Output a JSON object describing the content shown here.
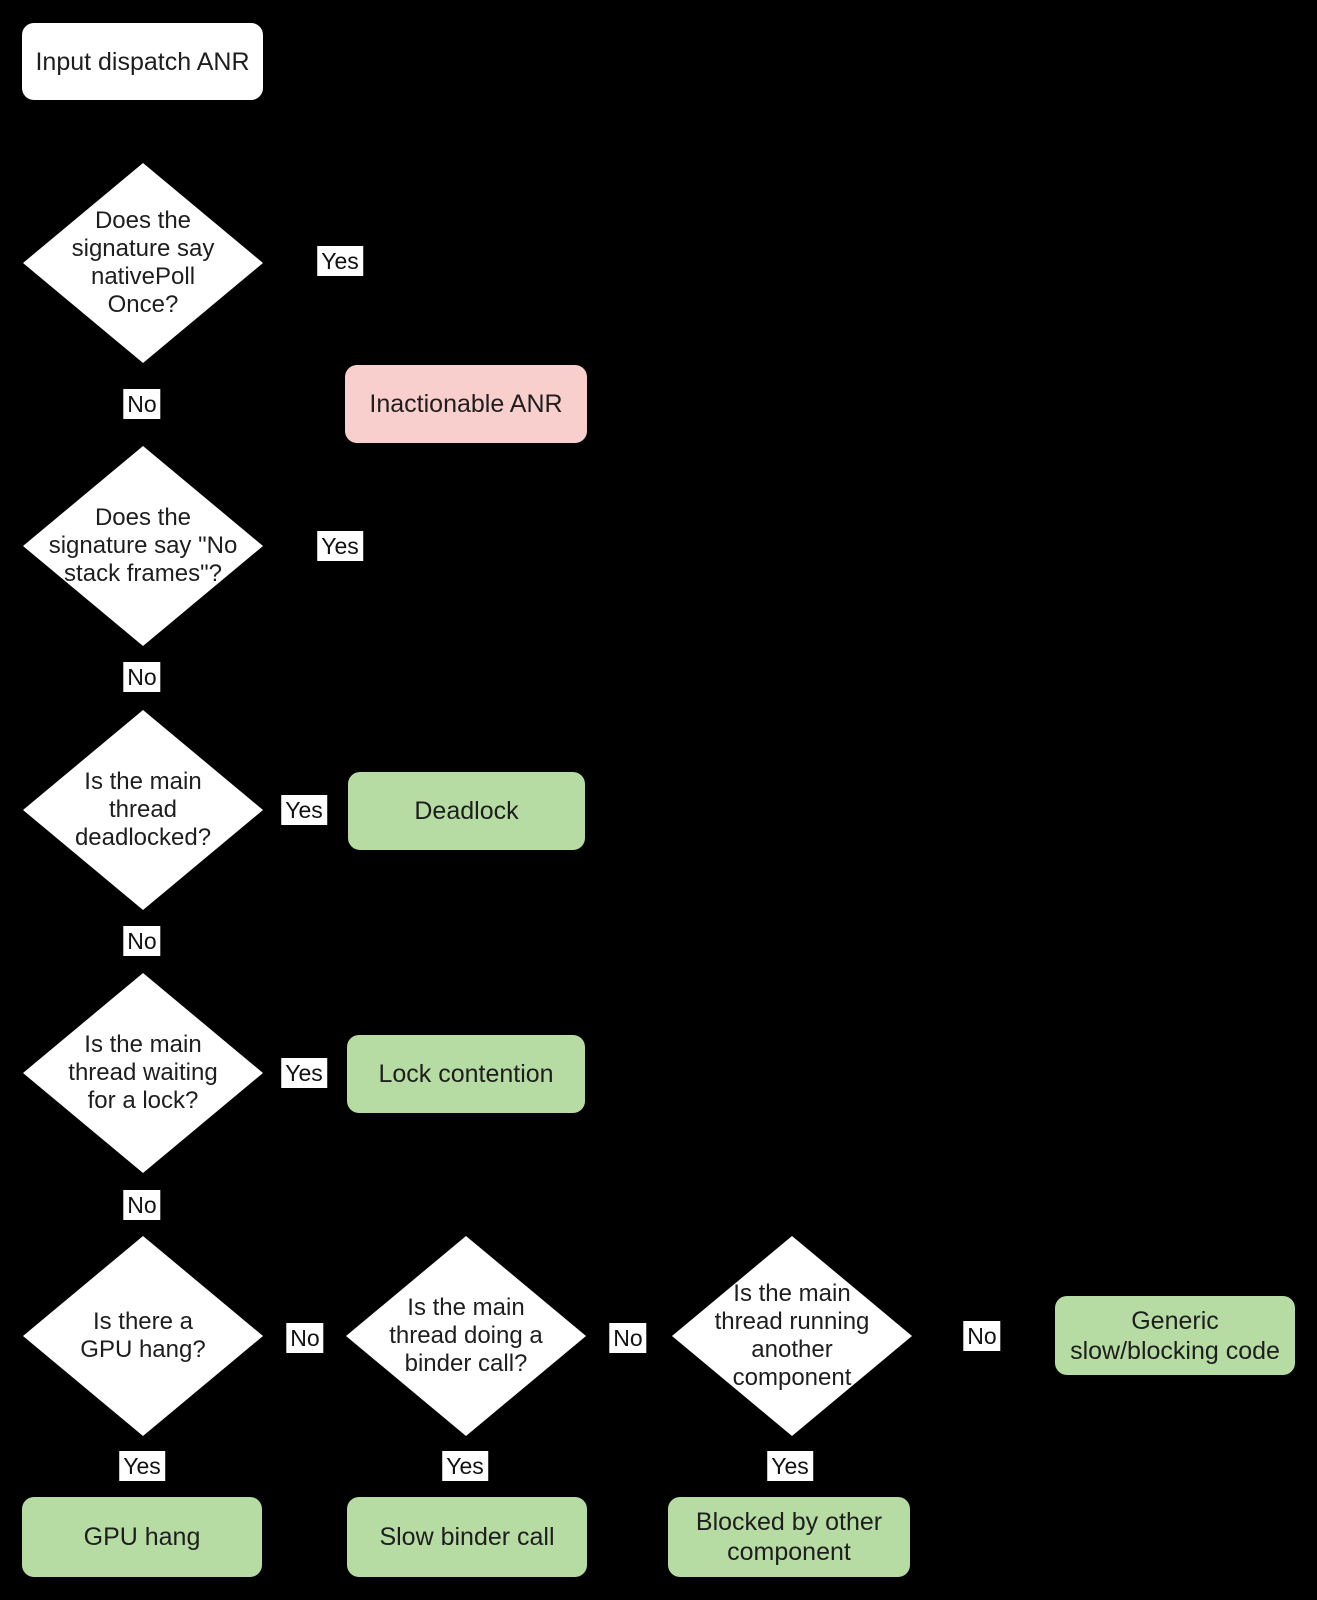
{
  "diagram": {
    "background": "#000000",
    "colors": {
      "node_fill": "#ffffff",
      "outcome_positive": "#b6dca3",
      "outcome_negative": "#f9cfcd",
      "text": "#1e1e1e"
    },
    "start": {
      "label": "Input dispatch ANR"
    },
    "decisions": [
      {
        "label": "Does the\nsignature say\nnativePoll\nOnce?"
      },
      {
        "label": "Does the\nsignature say \"No\nstack frames\"?"
      },
      {
        "label": "Is the main\nthread\ndeadlocked?"
      },
      {
        "label": "Is the main\nthread waiting\nfor a lock?"
      },
      {
        "label": "Is there a\nGPU hang?"
      },
      {
        "label": "Is the main\nthread doing a\nbinder call?"
      },
      {
        "label": "Is the main\nthread running\nanother\ncomponent"
      }
    ],
    "outcomes": [
      {
        "label": "Inactionable ANR",
        "type": "negative"
      },
      {
        "label": "Deadlock",
        "type": "positive"
      },
      {
        "label": "Lock contention",
        "type": "positive"
      },
      {
        "label": "Generic\nslow/blocking code",
        "type": "positive"
      },
      {
        "label": "GPU hang",
        "type": "positive"
      },
      {
        "label": "Slow binder call",
        "type": "positive"
      },
      {
        "label": "Blocked by other\ncomponent",
        "type": "positive"
      }
    ],
    "edge_labels": {
      "yes": "Yes",
      "no": "No"
    }
  }
}
